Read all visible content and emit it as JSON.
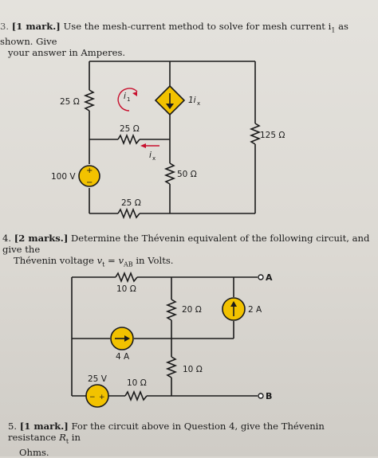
{
  "q3": {
    "number": "3.",
    "marks": "[1 mark.]",
    "line1": "Use the mesh-current method to solve for mesh current i",
    "sub": "1",
    "line1_end": " as shown.  Give",
    "line2": "your answer in Amperes."
  },
  "circuit1": {
    "r_left": "25 Ω",
    "r_mid": "25 Ω",
    "r_right": "125 Ω",
    "r_vert": "50 Ω",
    "r_bottom": "25 Ω",
    "v_source": "100 V",
    "dep_source": "1i",
    "dep_sub": "x",
    "mesh_current": "i",
    "mesh_sub": "1",
    "ix_label": "i",
    "ix_sub": "x",
    "plus": "+",
    "minus": "−"
  },
  "q4": {
    "number": "4.",
    "marks": "[2 marks.]",
    "line1": "Determine the Thévenin equivalent of the following circuit, and give the",
    "line2_a": "Thévenin voltage ",
    "line2_math": "v",
    "line2_sub": "t",
    "line2_b": " = v",
    "line2_sub2": "AB",
    "line2_c": " in Volts."
  },
  "circuit2": {
    "r_top": "10 Ω",
    "r_mid": "20 Ω",
    "i_right": "2 A",
    "i_mid": "4 A",
    "r_vert": "10 Ω",
    "v_source": "25 V",
    "r_bottom": "10 Ω",
    "node_a": "A",
    "node_b": "B"
  },
  "q5": {
    "number": "5.",
    "marks": "[1 mark.]",
    "line1_a": "For the circuit above in Question 4, give the Thévenin resistance ",
    "line1_math": "R",
    "line1_sub": "t",
    "line1_b": " in",
    "line2": "Ohms."
  },
  "colors": {
    "source_fill": "#f2c200",
    "arrow_red": "#c8102e",
    "wire": "#1b1b1b"
  }
}
